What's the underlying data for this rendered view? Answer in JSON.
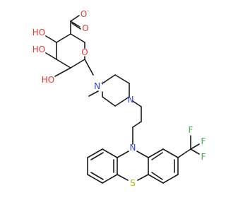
{
  "structure": {
    "colors": {
      "bond": "#1a1a1a",
      "oxygen": "#e53935",
      "nitrogen": "#2f45d6",
      "sulfur": "#b8b400",
      "fluorine": "#39b54a",
      "carbon": "#1a1a1a"
    },
    "atoms": {
      "o_carboxylate_minus": "O",
      "o_carboxylate_minus_charge": "-",
      "o_carbonyl": "O",
      "o_ring": "O",
      "ho_top": "HO",
      "ho_mid": "HO",
      "ho_bottom": "HO",
      "n_quaternary": "N",
      "n_quaternary_charge": "+",
      "n_piperazine": "N",
      "n_phenothiazine": "N",
      "s_phenothiazine": "S",
      "f_top": "F",
      "f_right_top": "F",
      "f_right_bottom": "F"
    }
  }
}
